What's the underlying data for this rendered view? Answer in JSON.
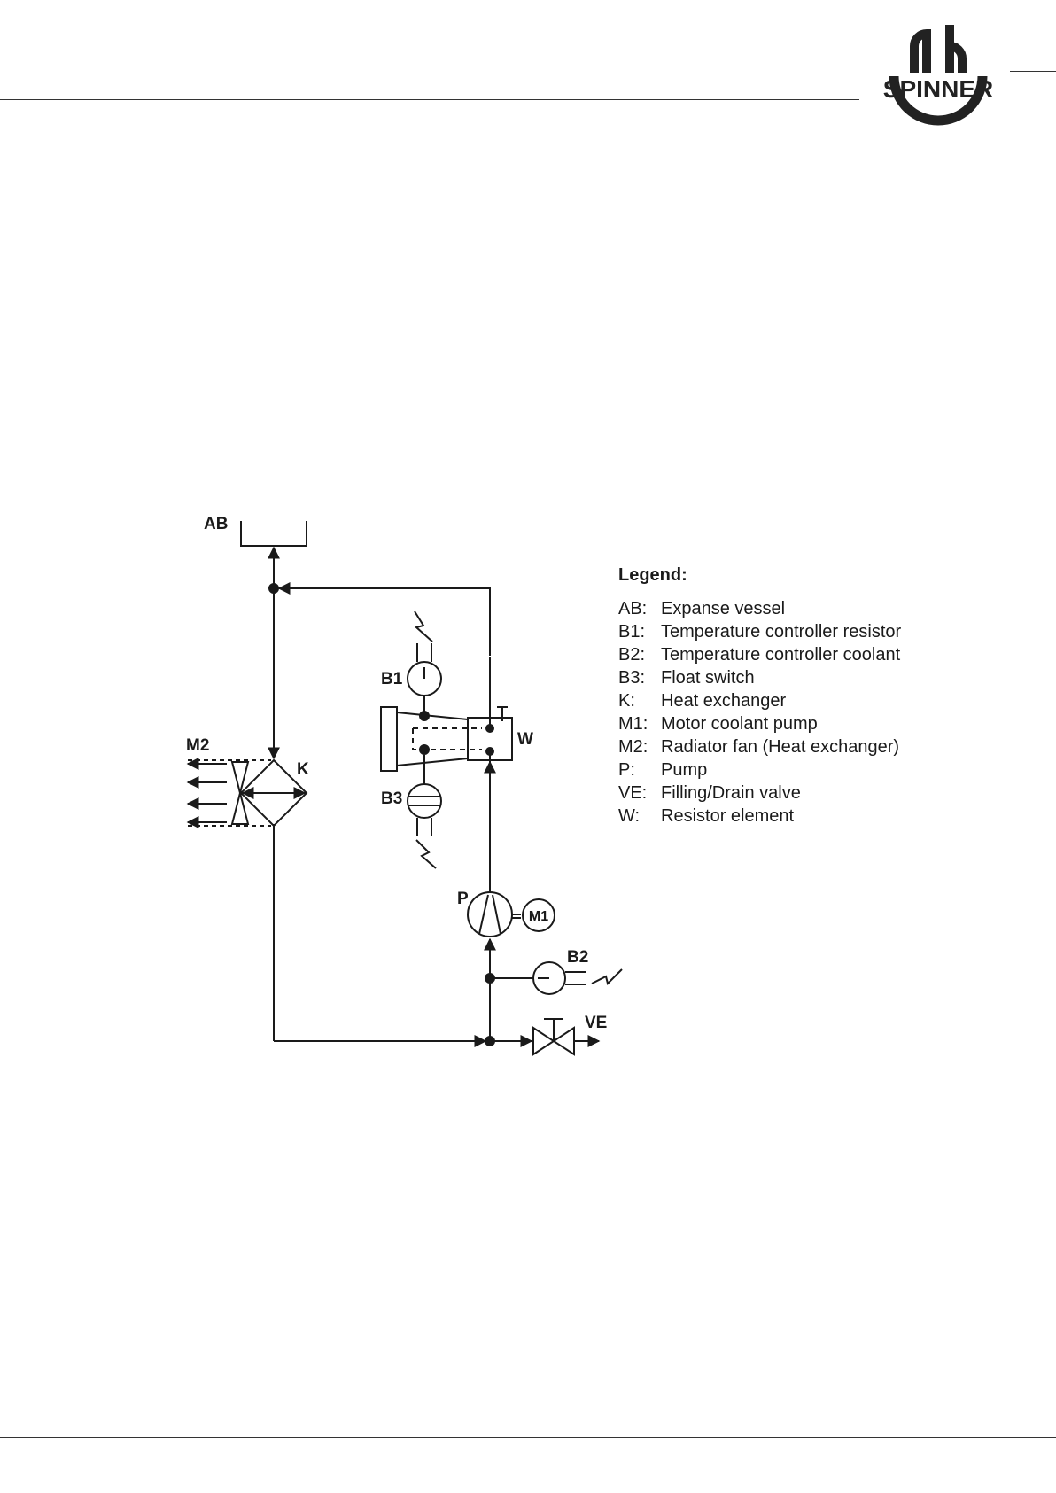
{
  "brand": {
    "logo_text": "SPINNER"
  },
  "diagram": {
    "labels": {
      "AB": "AB",
      "B1": "B1",
      "B2": "B2",
      "B3": "B3",
      "K": "K",
      "M1": "M1",
      "M2": "M2",
      "P": "P",
      "VE": "VE",
      "W": "W"
    }
  },
  "legend": {
    "title": "Legend:",
    "items": [
      {
        "key": "AB:",
        "value": "Expanse vessel"
      },
      {
        "key": "B1:",
        "value": "Temperature controller resistor"
      },
      {
        "key": "B2:",
        "value": "Temperature controller coolant"
      },
      {
        "key": "B3:",
        "value": "Float switch"
      },
      {
        "key": "K:",
        "value": "Heat exchanger"
      },
      {
        "key": "M1:",
        "value": "Motor coolant pump"
      },
      {
        "key": "M2:",
        "value": "Radiator fan (Heat exchanger)"
      },
      {
        "key": "P:",
        "value": "Pump"
      },
      {
        "key": "VE:",
        "value": "Filling/Drain valve"
      },
      {
        "key": "W:",
        "value": "Resistor element"
      }
    ]
  }
}
